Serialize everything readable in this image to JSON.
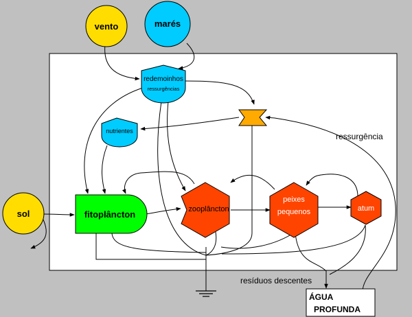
{
  "nodes": {
    "vento": "vento",
    "mares": "marés",
    "redemoinhos_line1": "redemoinhos",
    "redemoinhos_line2": "ressurgências",
    "nutrientes": "nutrientes",
    "sol": "sol",
    "fitoplancton": "fitoplâncton",
    "zooplancton": "zooplâncton",
    "peixes_line1": "peixes",
    "peixes_line2": "pequenos",
    "atum": "atum",
    "agua_line1": "ÁGUA",
    "agua_line2": "PROFUNDA"
  },
  "labels": {
    "ressurgencia": "ressurgência",
    "residuos": "resíduos descentes"
  },
  "colors": {
    "background": "#c0c0c0",
    "panel": "#ffffff",
    "source_yellow": "#ffdd00",
    "source_cyan": "#00ccff",
    "producer_green": "#00ff00",
    "consumer_orange": "#ff4400",
    "junction_orange": "#ffaa00",
    "line": "#000000"
  }
}
